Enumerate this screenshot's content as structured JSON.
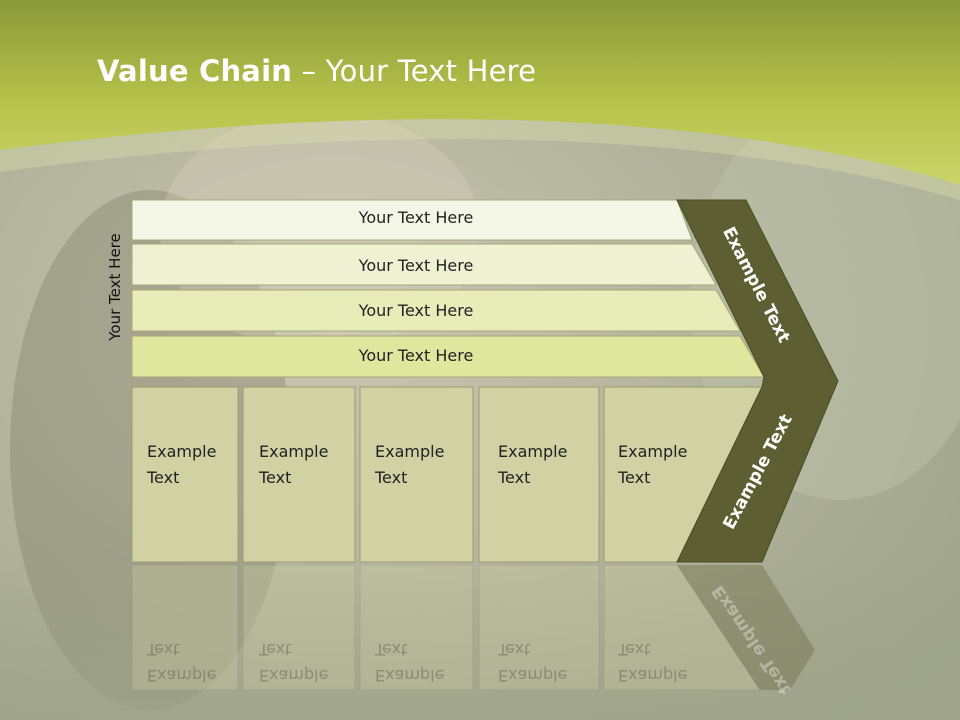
{
  "slide": {
    "title_bold": "Value Chain",
    "title_rest": " – Your Text Here",
    "vertical_label": "Your Text Here"
  },
  "bars": [
    {
      "label": "Your Text Here",
      "fill": "#f5f7e6"
    },
    {
      "label": "Your Text Here",
      "fill": "#eef1d2"
    },
    {
      "label": "Your Text Here",
      "fill": "#e7ecb9"
    },
    {
      "label": "Your Text Here",
      "fill": "#dfe69e"
    }
  ],
  "cells": [
    {
      "line1": "Example",
      "line2": "Text"
    },
    {
      "line1": "Example",
      "line2": "Text"
    },
    {
      "line1": "Example",
      "line2": "Text"
    },
    {
      "line1": "Example",
      "line2": "Text"
    },
    {
      "line1": "Example",
      "line2": "Text"
    }
  ],
  "chevron": {
    "upper_label": "Example Text",
    "lower_label": "Example Text",
    "color": "#5e5e33"
  },
  "colors": {
    "header_green": "#bfca52",
    "cell_fill": "#d1d2a3"
  }
}
